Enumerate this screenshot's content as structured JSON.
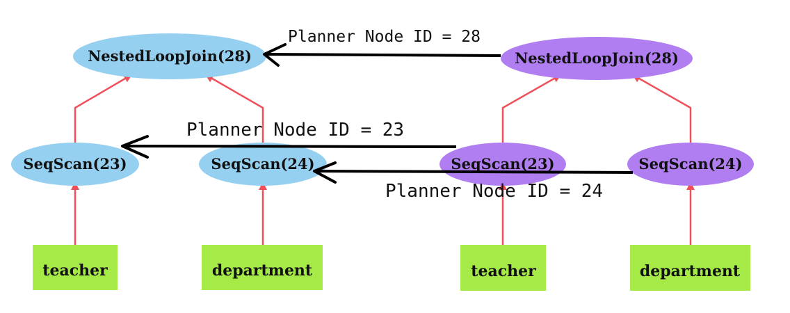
{
  "colors": {
    "left_node": "#96d0f0",
    "right_node": "#b07ef0",
    "table": "#a6ea48",
    "edge": "#f0505a",
    "mapping_arrow": "#000000"
  },
  "left_plan": {
    "join": "NestedLoopJoin(28)",
    "scan_a": "SeqScan(23)",
    "scan_b": "SeqScan(24)",
    "table_a": "teacher",
    "table_b": "department"
  },
  "right_plan": {
    "join": "NestedLoopJoin(28)",
    "scan_a": "SeqScan(23)",
    "scan_b": "SeqScan(24)",
    "table_a": "teacher",
    "table_b": "department"
  },
  "mappings": {
    "join": "Planner Node ID = 28",
    "scan_a": "Planner Node ID = 23",
    "scan_b": "Planner Node ID = 24"
  }
}
